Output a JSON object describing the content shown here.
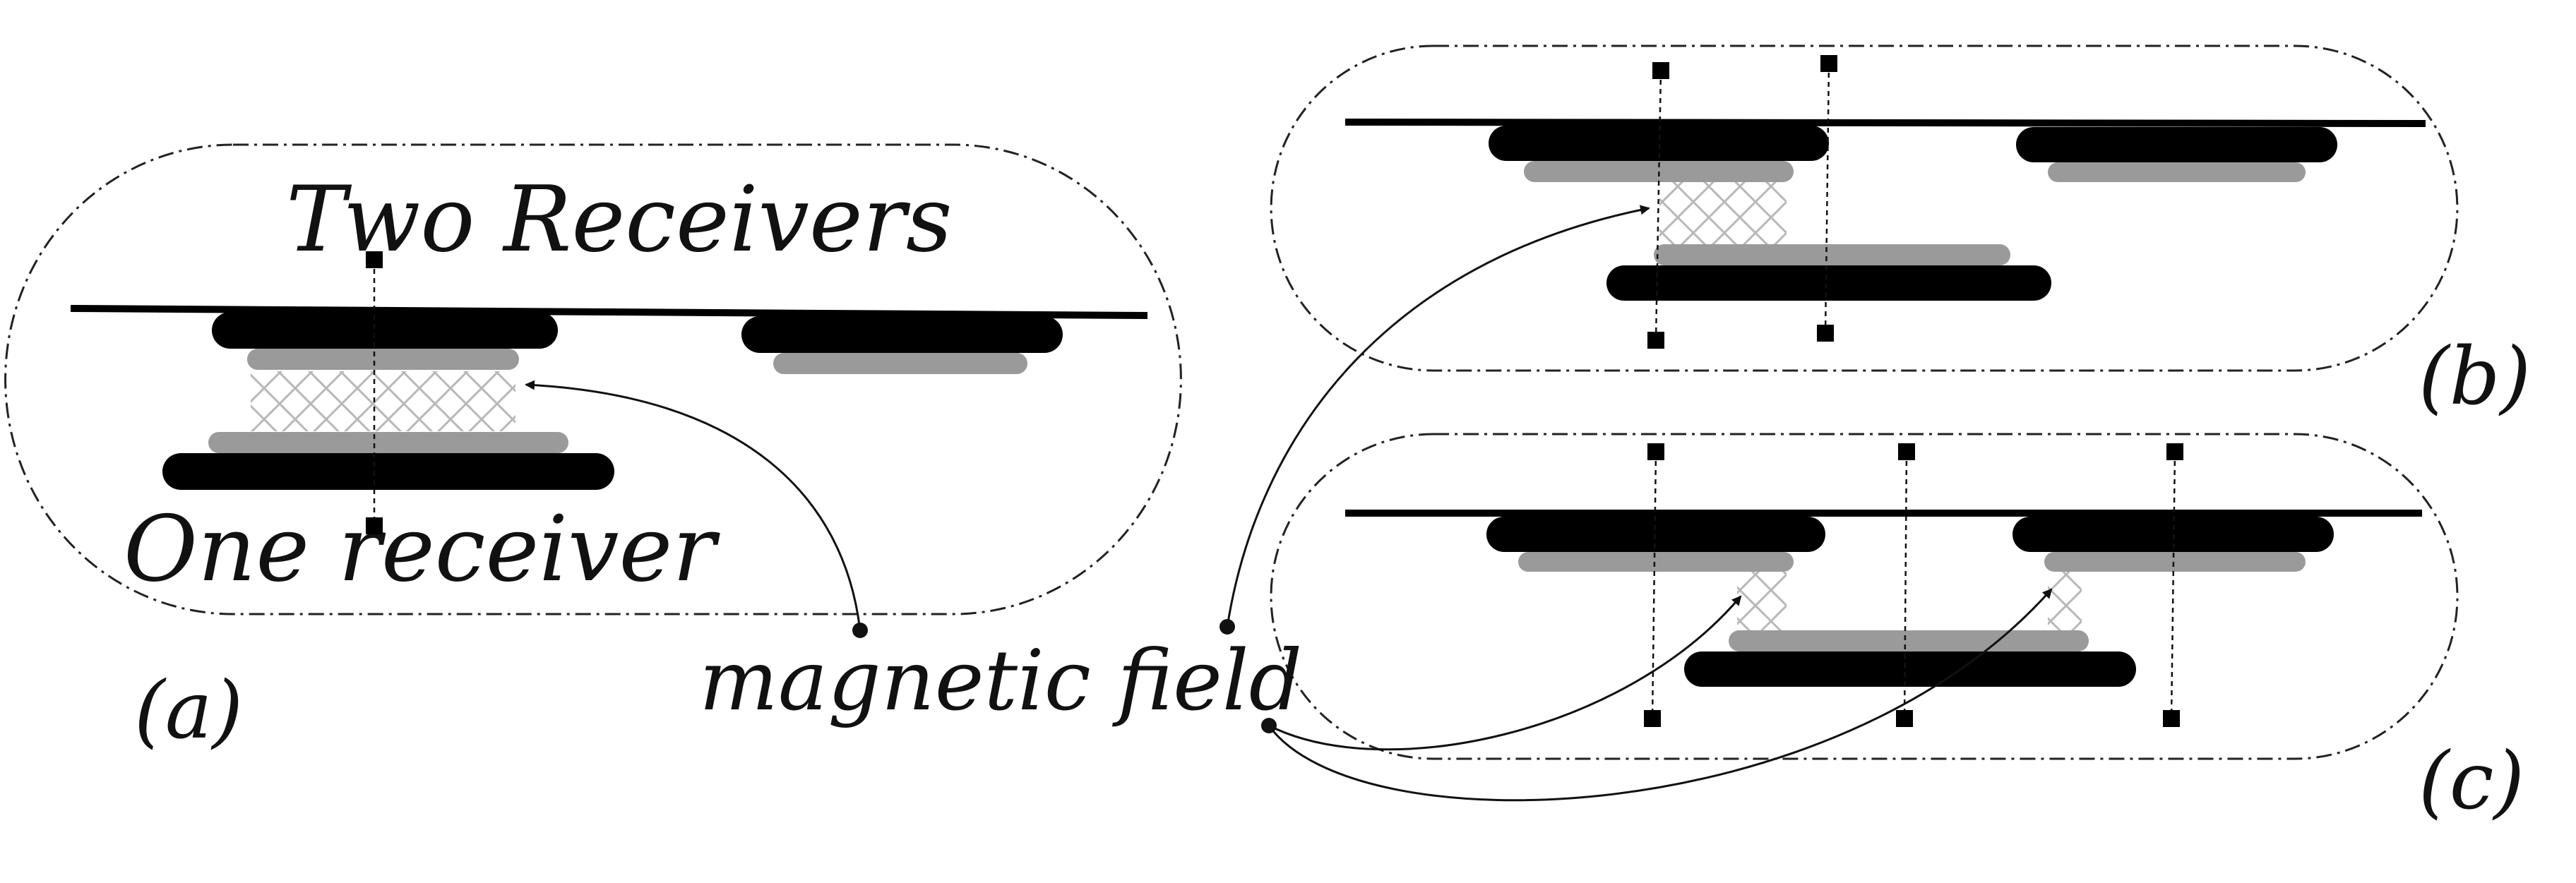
{
  "labels": {
    "two_receivers": "Two Receivers",
    "one_receiver": "One receiver",
    "magnetic_field": "magnetic field",
    "panel_a": "(a)",
    "panel_b": "(b)",
    "panel_c": "(c)"
  },
  "colors": {
    "coil": "#000000",
    "ferrite": "#9a9a9a",
    "field_hatch": "#b8b8b8",
    "line": "#111111"
  }
}
